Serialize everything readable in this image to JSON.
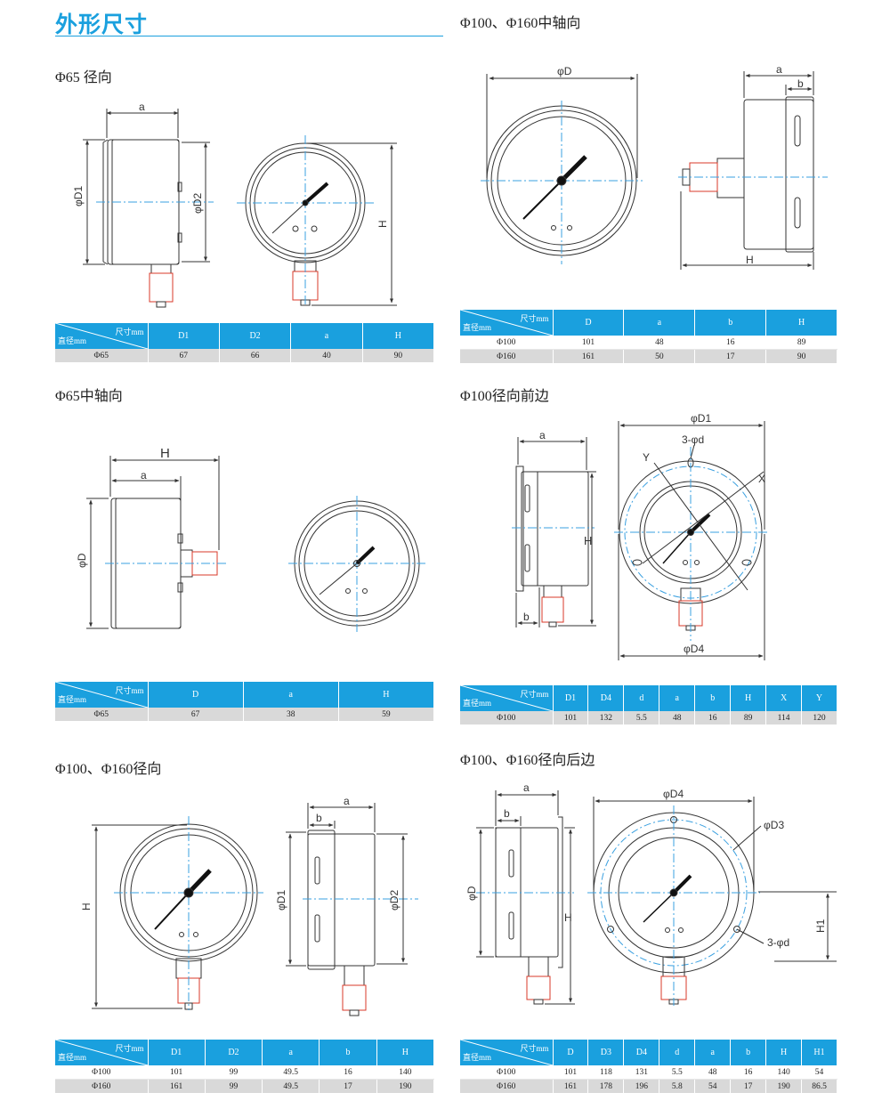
{
  "page_title": "外形尺寸",
  "sections": {
    "s1": {
      "title": "Φ65 径向",
      "labels": {
        "a": "a",
        "d1": "φD1",
        "d2": "φD2",
        "h": "H"
      },
      "table": {
        "corner_top": "尺寸mm",
        "corner_bottom": "直径mm",
        "headers": [
          "D1",
          "D2",
          "a",
          "H"
        ],
        "rows": [
          [
            "Φ65",
            "67",
            "66",
            "40",
            "90"
          ]
        ]
      }
    },
    "s2": {
      "title": "Φ100、Φ160中轴向",
      "labels": {
        "d": "φD",
        "a": "a",
        "b": "b",
        "h": "H"
      },
      "table": {
        "corner_top": "尺寸mm",
        "corner_bottom": "直径mm",
        "headers": [
          "D",
          "a",
          "b",
          "H"
        ],
        "rows": [
          [
            "Φ100",
            "101",
            "48",
            "16",
            "89"
          ],
          [
            "Φ160",
            "161",
            "50",
            "17",
            "90"
          ]
        ]
      }
    },
    "s3": {
      "title": "Φ65中轴向",
      "labels": {
        "h": "H",
        "a": "a",
        "d": "φD"
      },
      "table": {
        "corner_top": "尺寸mm",
        "corner_bottom": "直径mm",
        "headers": [
          "D",
          "a",
          "H"
        ],
        "rows": [
          [
            "Φ65",
            "67",
            "38",
            "59"
          ]
        ]
      }
    },
    "s4": {
      "title": "Φ100径向前边",
      "labels": {
        "a": "a",
        "h": "H",
        "b": "b",
        "d1": "φD1",
        "hole": "3-φd",
        "y": "Y",
        "x": "X",
        "d4": "φD4"
      },
      "table": {
        "corner_top": "尺寸mm",
        "corner_bottom": "直径mm",
        "headers": [
          "D1",
          "D4",
          "d",
          "a",
          "b",
          "H",
          "X",
          "Y"
        ],
        "rows": [
          [
            "Φ100",
            "101",
            "132",
            "5.5",
            "48",
            "16",
            "89",
            "114",
            "120"
          ]
        ]
      }
    },
    "s5": {
      "title": "Φ100、Φ160径向",
      "labels": {
        "h": "H",
        "b": "b",
        "a": "a",
        "d1": "φD1",
        "d2": "φD2"
      },
      "table": {
        "corner_top": "尺寸mm",
        "corner_bottom": "直径mm",
        "headers": [
          "D1",
          "D2",
          "a",
          "b",
          "H"
        ],
        "rows": [
          [
            "Φ100",
            "101",
            "99",
            "49.5",
            "16",
            "140"
          ],
          [
            "Φ160",
            "161",
            "99",
            "49.5",
            "17",
            "190"
          ]
        ]
      }
    },
    "s6": {
      "title": "Φ100、Φ160径向后边",
      "labels": {
        "a": "a",
        "b": "b",
        "d": "φD",
        "h": "H",
        "d4": "φD4",
        "d3": "φD3",
        "h1": "H1",
        "hole": "3-φd"
      },
      "table": {
        "corner_top": "尺寸mm",
        "corner_bottom": "直径mm",
        "headers": [
          "D",
          "D3",
          "D4",
          "d",
          "a",
          "b",
          "H",
          "H1"
        ],
        "rows": [
          [
            "Φ100",
            "101",
            "118",
            "131",
            "5.5",
            "48",
            "16",
            "140",
            "54"
          ],
          [
            "Φ160",
            "161",
            "178",
            "196",
            "5.8",
            "54",
            "17",
            "190",
            "86.5"
          ]
        ]
      }
    }
  },
  "colors": {
    "accent": "#1aa0de",
    "row_alt": "#d9d9d9",
    "centerline": "#3aa0e0",
    "fitting": "#d83a2a"
  }
}
